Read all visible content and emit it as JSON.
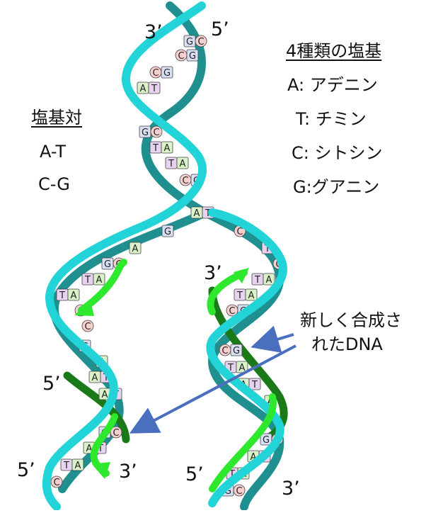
{
  "legend_pairs": {
    "title": "塩基対",
    "pair1": "A-T",
    "pair2": "C-G"
  },
  "legend_bases": {
    "title": "4種類の塩基",
    "a": "A:  アデニン",
    "t": "T:  チミン",
    "c": "C:  シトシン",
    "g": "G:グアニン"
  },
  "callout": {
    "line1": "新しく合成さ",
    "line2": "れたDNA"
  },
  "ends": {
    "top_left": "3’",
    "top_right": "5’",
    "left_new_top": "5’",
    "bottom_left_5": "5’",
    "bottom_left_3": "3’",
    "right_new_top": "3’",
    "bottom_right_5": "5’",
    "bottom_right_3": "3’"
  },
  "bases": {
    "A": "A",
    "T": "T",
    "C": "C",
    "G": "G"
  },
  "colors": {
    "parent_strand": "#22d3d8",
    "parent_strand_dark": "#1f8f8f",
    "new_strand": "#2ee82e",
    "new_strand_dark": "#1a7a1a",
    "arrow": "#4a6fbf",
    "base_A": "#d9f2c9",
    "base_T": "#e7d3ef",
    "base_C": "#f7cfcf",
    "base_G": "#d8dff2"
  },
  "icons": [
    "arrow-icon"
  ]
}
